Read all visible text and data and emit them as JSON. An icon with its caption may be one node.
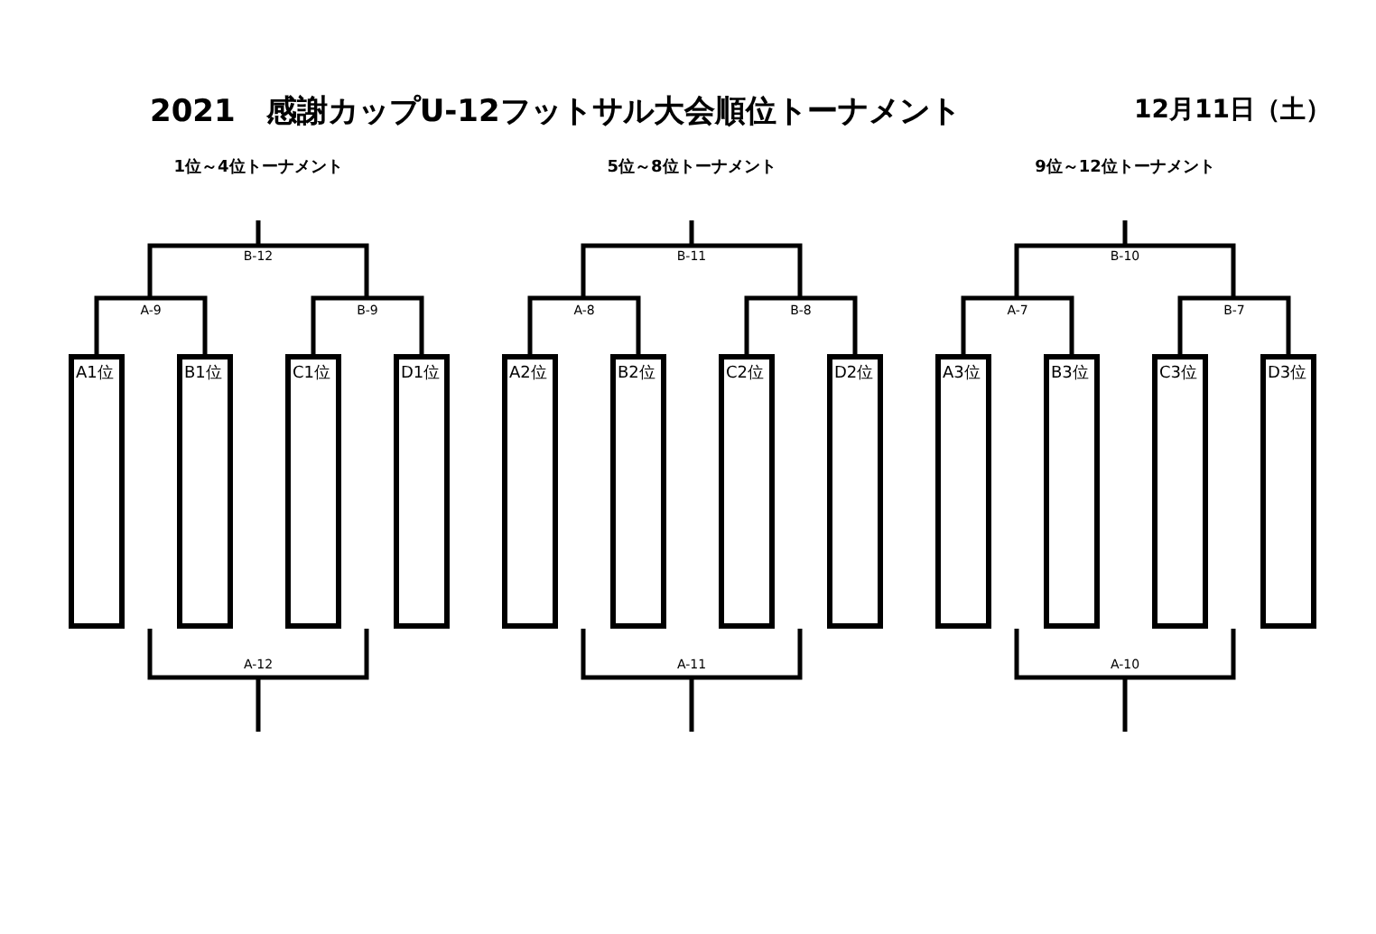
{
  "diagram": {
    "title": "2021　感謝カップU-12フットサル大会順位トーナメント",
    "nodes": [
      {
        "text": [
          "A1位"
        ]
      },
      {
        "text": [
          "B1位"
        ]
      },
      {
        "text": [
          "C1位"
        ]
      },
      {
        "text": [
          "D1位"
        ]
      },
      {
        "text": [
          "A2位"
        ]
      },
      {
        "text": [
          "B2位"
        ]
      },
      {
        "text": [
          "C2位"
        ]
      },
      {
        "text": [
          "D2位"
        ]
      },
      {
        "text": [
          "A3位"
        ]
      },
      {
        "text": [
          "B3位"
        ]
      },
      {
        "text": [
          "C3位"
        ]
      },
      {
        "text": [
          "D3位"
        ]
      }
    ],
    "edges": [
      {
        "from": 0,
        "to": 1,
        "arrow": "none",
        "label": "A-9"
      },
      {
        "from": 2,
        "to": 3,
        "arrow": "none",
        "label": "B-9"
      },
      {
        "from": 4,
        "to": 5,
        "arrow": "none",
        "label": "A-8"
      },
      {
        "from": 6,
        "to": 7,
        "arrow": "none",
        "label": "B-8"
      },
      {
        "from": 8,
        "to": 9,
        "arrow": "none",
        "label": "A-7"
      },
      {
        "from": 10,
        "to": 11,
        "arrow": "none",
        "label": "B-7"
      }
    ],
    "labels": [
      "12月11日（土）",
      "1位～4位トーナメント",
      "5位～8位トーナメント",
      "9位～12位トーナメント",
      "B-12",
      "B-11",
      "B-10",
      "A-12",
      "A-11",
      "A-10"
    ]
  }
}
